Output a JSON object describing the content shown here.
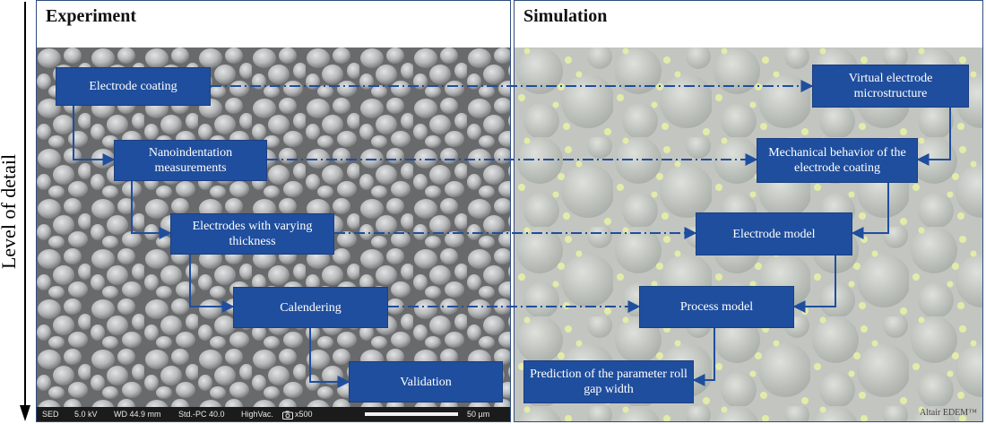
{
  "axis": {
    "label": "Level of detail"
  },
  "experiment": {
    "title": "Experiment",
    "boxes": [
      {
        "text": "Electrode coating"
      },
      {
        "text": "Nanoindentation measurements"
      },
      {
        "text": "Electrodes with varying thickness"
      },
      {
        "text": "Calendering"
      },
      {
        "text": "Validation"
      }
    ],
    "sem_bar": {
      "detector": "SED",
      "voltage": "5.0 kV",
      "wd": "WD 44.9 mm",
      "std": "Std.-PC 40.0",
      "vac": "HighVac.",
      "mag": "x500",
      "scale": "50 µm"
    }
  },
  "simulation": {
    "title": "Simulation",
    "boxes": [
      {
        "text": "Virtual electrode microstructure"
      },
      {
        "text": "Mechanical behavior of the electrode coating"
      },
      {
        "text": "Electrode model"
      },
      {
        "text": "Process model"
      },
      {
        "text": "Prediction of the parameter roll gap width"
      }
    ],
    "watermark": "Altair EDEM™"
  },
  "colors": {
    "box_fill": "#1f4e9e",
    "connector": "#1f4e9e",
    "panel_border": "#2f4d7e"
  }
}
